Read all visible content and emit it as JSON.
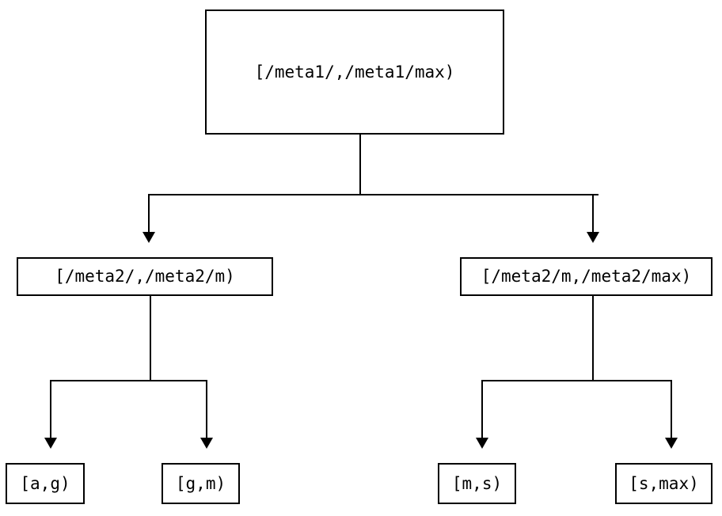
{
  "diagram": {
    "type": "binary-interval-tree",
    "background_color": "#ffffff",
    "line_color": "#000000",
    "text_color": "#000000",
    "nodes": {
      "root": {
        "label": "[/meta1/,/meta1/max)"
      },
      "level2": [
        {
          "label": "[/meta2/,/meta2/m)"
        },
        {
          "label": "[/meta2/m,/meta2/max)"
        }
      ],
      "leaves": [
        {
          "label": "[a,g)"
        },
        {
          "label": "[g,m)"
        },
        {
          "label": "[m,s)"
        },
        {
          "label": "[s,max)"
        }
      ]
    }
  }
}
